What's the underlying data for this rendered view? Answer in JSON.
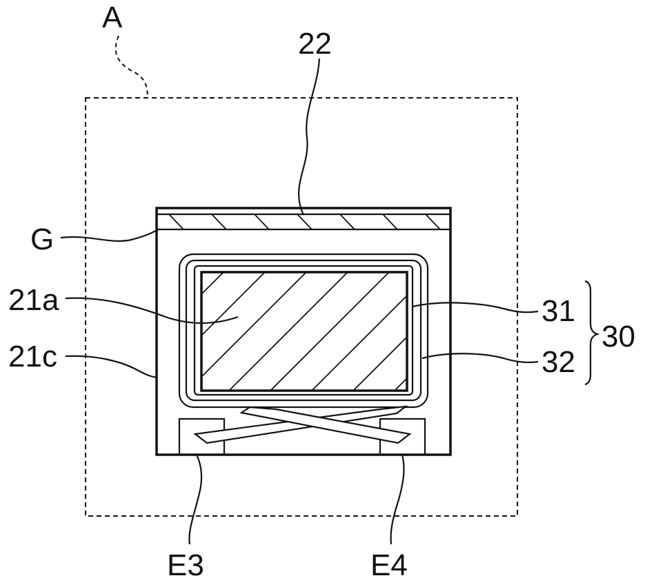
{
  "labels": {
    "A": "A",
    "n22": "22",
    "G": "G",
    "n21a": "21a",
    "n21c": "21c",
    "n31": "31",
    "n32": "32",
    "n30": "30",
    "E3": "E3",
    "E4": "E4"
  },
  "colors": {
    "ink": "#111111",
    "background": "#ffffff"
  }
}
